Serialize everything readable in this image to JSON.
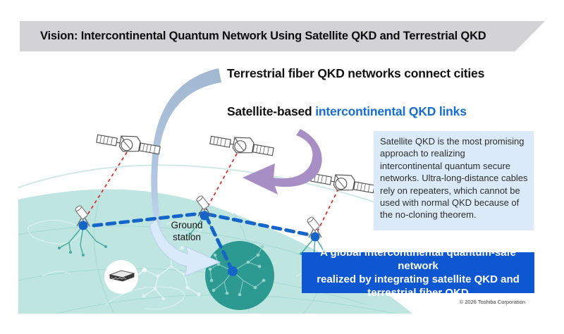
{
  "slide": {
    "title": "Vision: Intercontinental Quantum Network Using Satellite QKD and Terrestrial QKD",
    "heading_terrestrial": "Terrestrial fiber QKD networks connect cities",
    "heading_satellite_black": "Satellite-based ",
    "heading_satellite_blue": "intercontinental QKD links",
    "info_box_text": "Satellite QKD is the most promising approach to realizing intercontinental quantum secure networks. Ultra-long-distance cables rely on repeaters, which cannot be used with normal QKD because of the no-cloning theorem.",
    "banner": {
      "lines": [
        "A global intercontinental quantum-safe network",
        "realized by integrating satellite QKD and",
        "terrestrial fiber QKD"
      ]
    },
    "ground_station_label": "Ground station",
    "copyright": "© 2026 Toshiba Corporation"
  },
  "icons": [
    "satellite-icon",
    "satellite-icon",
    "satellite-icon",
    "ground-station-icon",
    "ground-station-icon",
    "ground-station-icon",
    "server-icon",
    "network-hub-icon",
    "swoosh-arrow-icon",
    "purple-curved-arrow-icon"
  ],
  "colors": {
    "header_bar": "#d3d3d7",
    "heading_blue": "#156fd2",
    "info_box_bg": "#daeaf8",
    "banner_bg": "#0d57d0",
    "globe_teal": "#bfe5e1",
    "hub_teal": "#2d9a92",
    "station_network_teal": "#46aaa1",
    "satellite_link_red": "#e02424",
    "fiber_link_blue": "#1565c8",
    "swoosh_gray_blue": "#a2b7d0",
    "swoosh_light_blue": "#d9eafb",
    "arrow_purple": "#a78fc5"
  }
}
